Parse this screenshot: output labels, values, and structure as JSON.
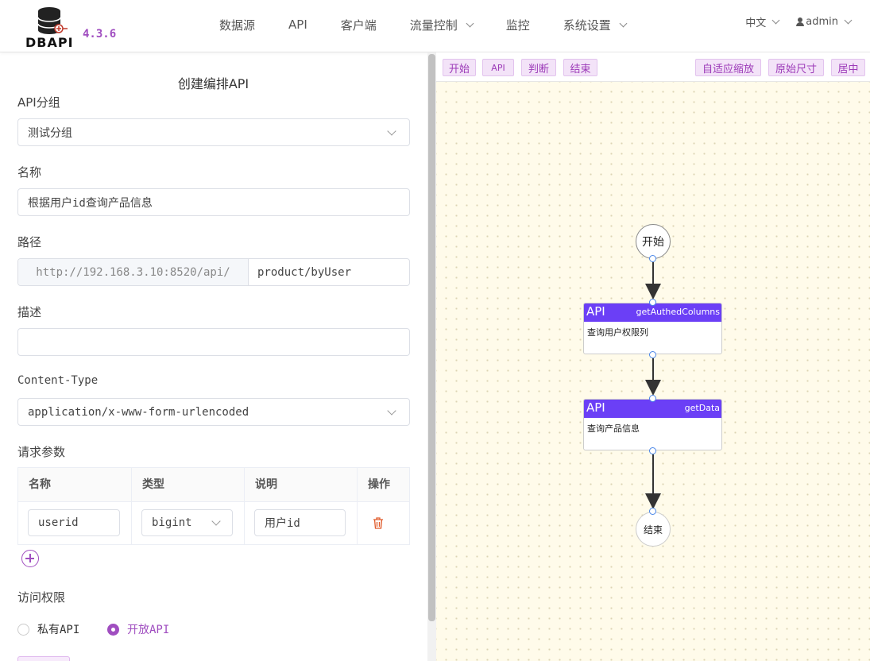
{
  "header": {
    "logo_text": "DBAPI",
    "version": "4.3.6",
    "nav": [
      {
        "label": "数据源"
      },
      {
        "label": "API"
      },
      {
        "label": "客户端"
      },
      {
        "label": "流量控制",
        "dropdown": true
      },
      {
        "label": "监控"
      },
      {
        "label": "系统设置",
        "dropdown": true
      }
    ],
    "language": "中文",
    "user": "admin"
  },
  "form": {
    "title": "创建编排API",
    "group": {
      "label": "API分组",
      "value": "测试分组"
    },
    "name": {
      "label": "名称",
      "value": "根据用户id查询产品信息"
    },
    "path": {
      "label": "路径",
      "prefix": "http://192.168.3.10:8520/api/",
      "value": "product/byUser"
    },
    "description": {
      "label": "描述",
      "value": ""
    },
    "content_type": {
      "label": "Content-Type",
      "value": "application/x-www-form-urlencoded"
    },
    "params": {
      "label": "请求参数",
      "columns": [
        "名称",
        "类型",
        "说明",
        "操作"
      ],
      "rows": [
        {
          "name": "userid",
          "type": "bigint",
          "desc": "用户id"
        }
      ]
    },
    "access": {
      "label": "访问权限",
      "options": [
        {
          "label": "私有API",
          "selected": false
        },
        {
          "label": "开放API",
          "selected": true
        }
      ]
    }
  },
  "canvas": {
    "toolbar_left": [
      "开始",
      "API",
      "判断",
      "结束"
    ],
    "toolbar_right": [
      "自适应缩放",
      "原始尺寸",
      "居中"
    ],
    "nodes": {
      "start": "开始",
      "api1": {
        "tag": "API",
        "name": "getAuthedColumns",
        "desc": "查询用户权限列"
      },
      "api2": {
        "tag": "API",
        "name": "getData",
        "desc": "查询产品信息"
      },
      "end": "结束"
    }
  },
  "colors": {
    "accent": "#a04ec0",
    "api_header": "#6b3ff6",
    "canvas_bg": "#fffbea"
  }
}
